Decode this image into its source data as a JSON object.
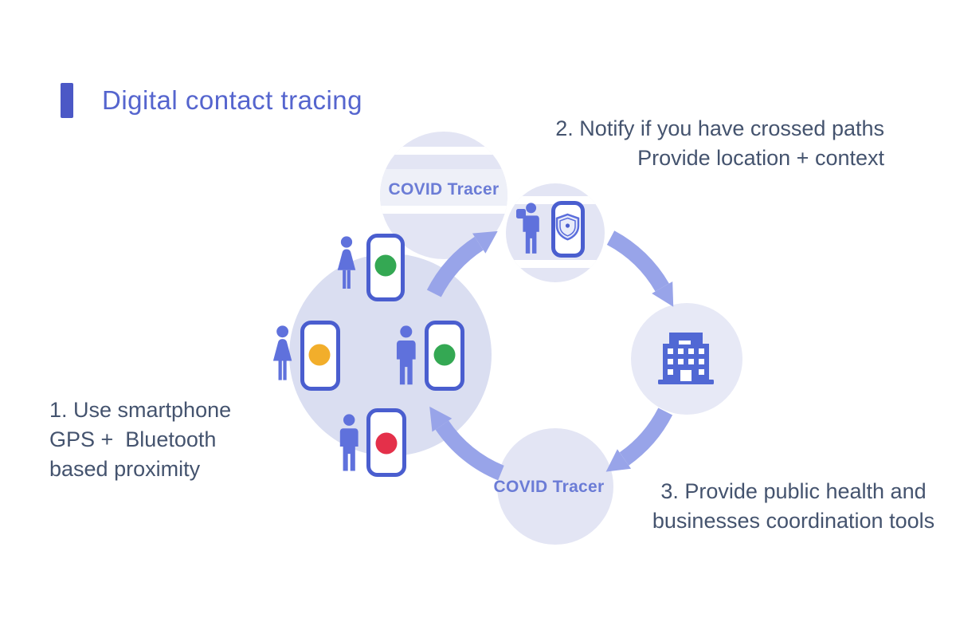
{
  "title": "Digital contact tracing",
  "annotations": {
    "step1": {
      "lines": [
        "1. Use smartphone",
        "GPS +  Bluetooth",
        "based proximity"
      ]
    },
    "step2": {
      "lines": [
        "2. Notify if you have crossed paths",
        "Provide location + context"
      ]
    },
    "step3": {
      "lines": [
        "3. Provide public health and",
        "businesses coordination tools"
      ]
    }
  },
  "labels": {
    "tracer_top": "COVID Tracer",
    "tracer_bottom": "COVID Tracer"
  },
  "diagram": {
    "type": "cycle",
    "direction": "clockwise",
    "nodes": [
      "covid-tracer-app",
      "notify-crossed-paths",
      "proximity-group",
      "public-health-building",
      "covid-tracer-service"
    ],
    "people_phones": [
      {
        "figure": "woman",
        "status_color": "green"
      },
      {
        "figure": "woman",
        "status_color": "orange"
      },
      {
        "figure": "man",
        "status_color": "green"
      },
      {
        "figure": "man",
        "status_color": "red"
      }
    ]
  },
  "icons": {
    "woman_figure": "woman-silhouette-icon",
    "man_figure": "man-silhouette-icon",
    "smartphone": "smartphone-status-icon",
    "shield_phone": "shield-phone-icon",
    "building": "office-building-icon",
    "cycle_arrow": "curved-arrow-icon"
  },
  "colors": {
    "accent_bar": "#4B58C6",
    "title": "#5565CE",
    "body_text": "#44536E",
    "tracer_label": "#6B7CD6",
    "circle_fill": "#E3E5F4",
    "main_circle_fill": "#DADEF1",
    "building_circle_fill": "#E7E9F6",
    "band": "#EEF0F8",
    "stripe": "#FFFFFF",
    "arc": "#98A4E9",
    "figure_blue": "#5F71DC",
    "phone_border": "#4A5ECF",
    "icon_blue": "#5168D4",
    "dot_green": "#34A853",
    "dot_orange": "#F2AE2B",
    "dot_red": "#E4304A"
  }
}
